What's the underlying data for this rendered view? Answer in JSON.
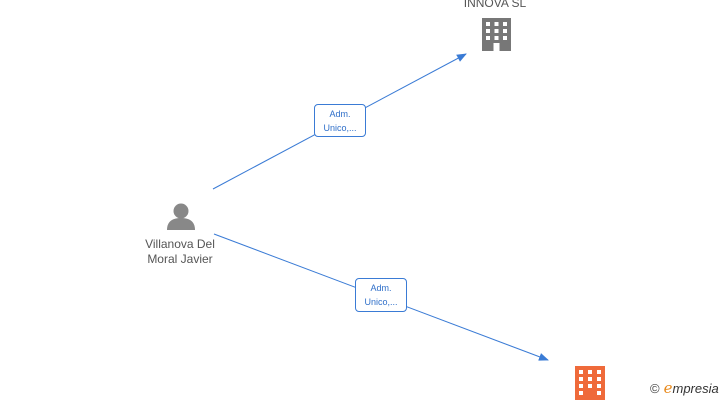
{
  "colors": {
    "edge": "#3a7bd5",
    "person": "#888888",
    "company_gray": "#777777",
    "company_orange": "#ef6a3a",
    "brand_orange": "#e8891b"
  },
  "nodes": {
    "company_top": {
      "label": "INNOVA SL",
      "icon": "building-icon"
    },
    "person": {
      "label_line1": "Villanova Del",
      "label_line2": "Moral Javier",
      "icon": "person-icon"
    },
    "company_bottom": {
      "label": "",
      "icon": "building-icon"
    }
  },
  "edges": [
    {
      "label_line1": "Adm.",
      "label_line2": "Unico,..."
    },
    {
      "label_line1": "Adm.",
      "label_line2": "Unico,..."
    }
  ],
  "watermark": {
    "symbol": "©",
    "brand_initial": "e",
    "brand_rest": "mpresia"
  }
}
